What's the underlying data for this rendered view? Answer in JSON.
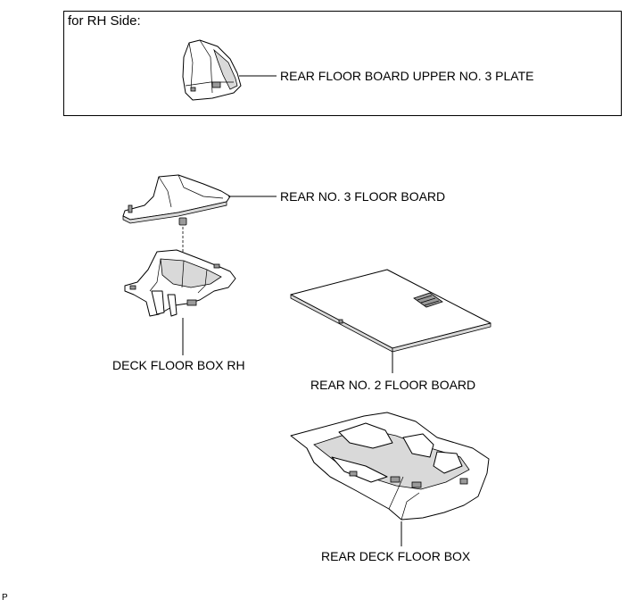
{
  "inset": {
    "title": "for RH Side:"
  },
  "labels": {
    "rear_floor_board_upper_no3_plate": "REAR FLOOR BOARD UPPER NO. 3 PLATE",
    "rear_no3_floor_board": "REAR NO. 3 FLOOR BOARD",
    "deck_floor_box_rh": "DECK FLOOR BOX RH",
    "rear_no2_floor_board": "REAR NO. 2 FLOOR BOARD",
    "rear_deck_floor_box": "REAR DECK FLOOR BOX"
  },
  "figure_code": "P"
}
